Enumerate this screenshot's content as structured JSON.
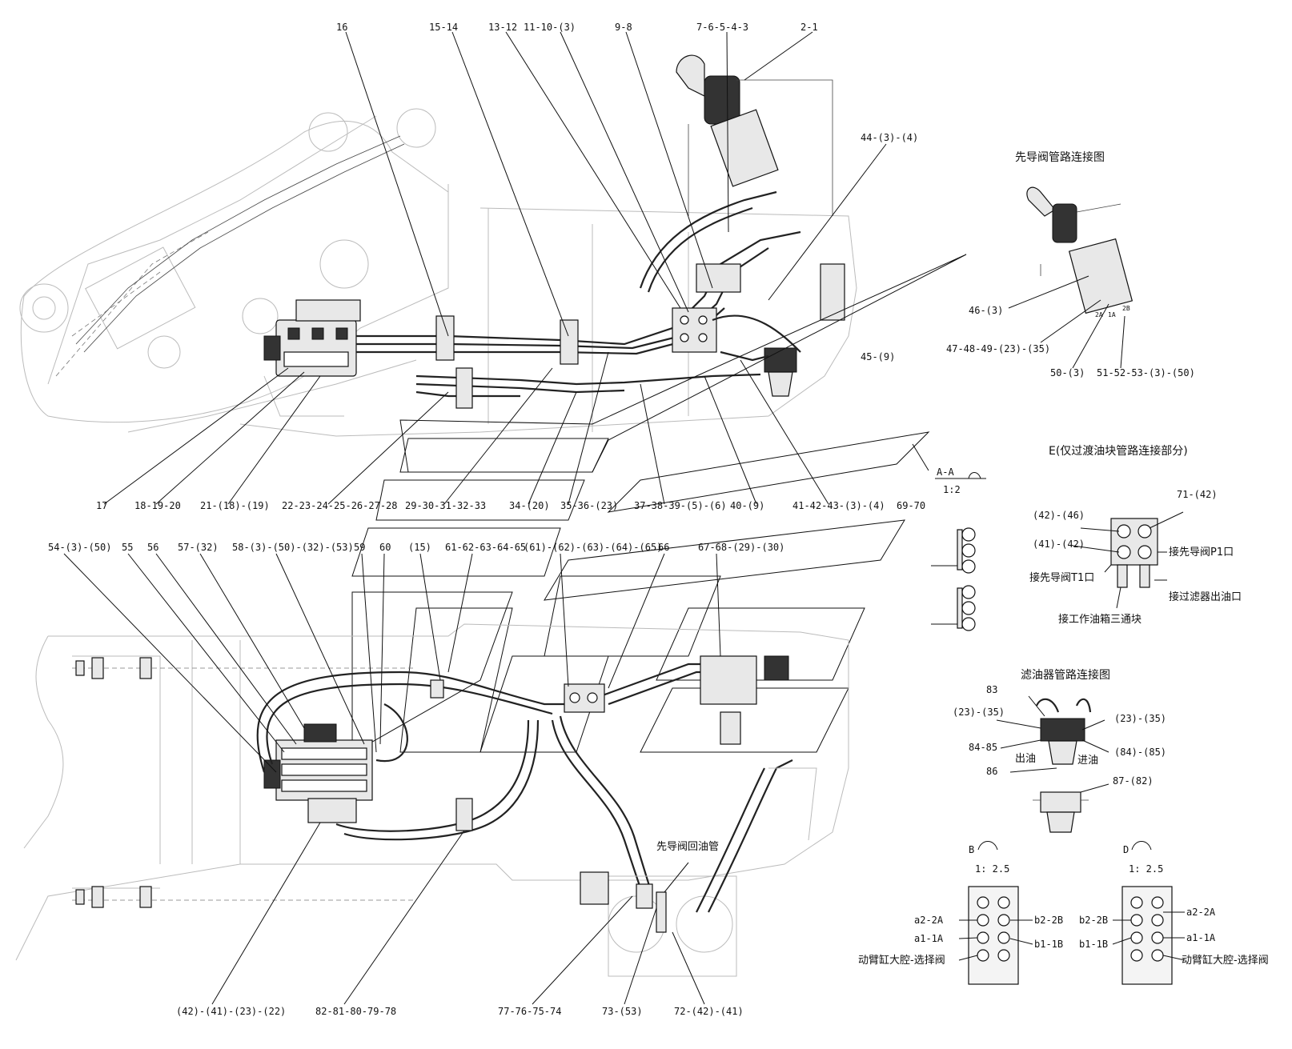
{
  "callouts_top": [
    "16",
    "15-14",
    "13-12",
    "11-10-(3)",
    "9-8",
    "7-6-5-4-3",
    "2-1",
    "44-(3)-(4)",
    "45-(9)"
  ],
  "callouts_mid": [
    "17",
    "18-19-20",
    "21-(18)-(19)",
    "22-23-24-25-26-27-28",
    "29-30-31-32-33",
    "34-(20)",
    "35-36-(23)",
    "37-38-39-(5)-(6)",
    "40-(9)",
    "41-42-43-(3)-(4)"
  ],
  "callouts_lower_top": [
    "54-(3)-(50)",
    "55",
    "56",
    "57-(32)",
    "58-(3)-(50)-(32)-(53)",
    "59",
    "60",
    "(15)",
    "61-62-63-64-65",
    "(61)-(62)-(63)-(64)-(65)",
    "66",
    "67-68-(29)-(30)"
  ],
  "callouts_bottom": [
    "(42)-(41)-(23)-(22)",
    "82-81-80-79-78",
    "77-76-75-74",
    "73-(53)",
    "72-(42)-(41)"
  ],
  "pilot_return_label": "先导阀回油管",
  "section_aa": {
    "mark": "A-A",
    "scale": "1:2",
    "callout": "69-70"
  },
  "pilot_valve_detail": {
    "title": "先导阀管路连接图",
    "callouts": [
      "46-(3)",
      "47-48-49-(23)-(35)",
      "50-(3)",
      "51-52-53-(3)-(50)"
    ],
    "port_labels": [
      "2A",
      "1A",
      "2B"
    ]
  },
  "detail_e": {
    "title": "E(仅过渡油块管路连接部分)",
    "callouts": [
      "(42)-(46)",
      "71-(42)",
      "(41)-(42)"
    ],
    "notes": [
      "接先导阀P1口",
      "接先导阀T1口",
      "接过滤器出油口",
      "接工作油箱三通块"
    ]
  },
  "filter_detail": {
    "title": "滤油器管路连接图",
    "callouts": [
      "83",
      "(23)-(35)",
      "(23)-(35)",
      "84-85",
      "(84)-(85)",
      "86",
      "87-(82)"
    ],
    "flow_out": "出油",
    "flow_in": "进油"
  },
  "view_b": {
    "mark": "B",
    "scale": "1: 2.5",
    "left_labels": [
      "a2-2A",
      "a1-1A"
    ],
    "right_labels": [
      "b2-2B",
      "b1-1B"
    ],
    "bottom_label": "动臂缸大腔-选择阀"
  },
  "view_d": {
    "mark": "D",
    "scale": "1: 2.5",
    "left_labels": [
      "b2-2B",
      "b1-1B"
    ],
    "right_labels": [
      "a2-2A",
      "a1-1A"
    ],
    "bottom_label": "动臂缸大腔-选择阀"
  }
}
